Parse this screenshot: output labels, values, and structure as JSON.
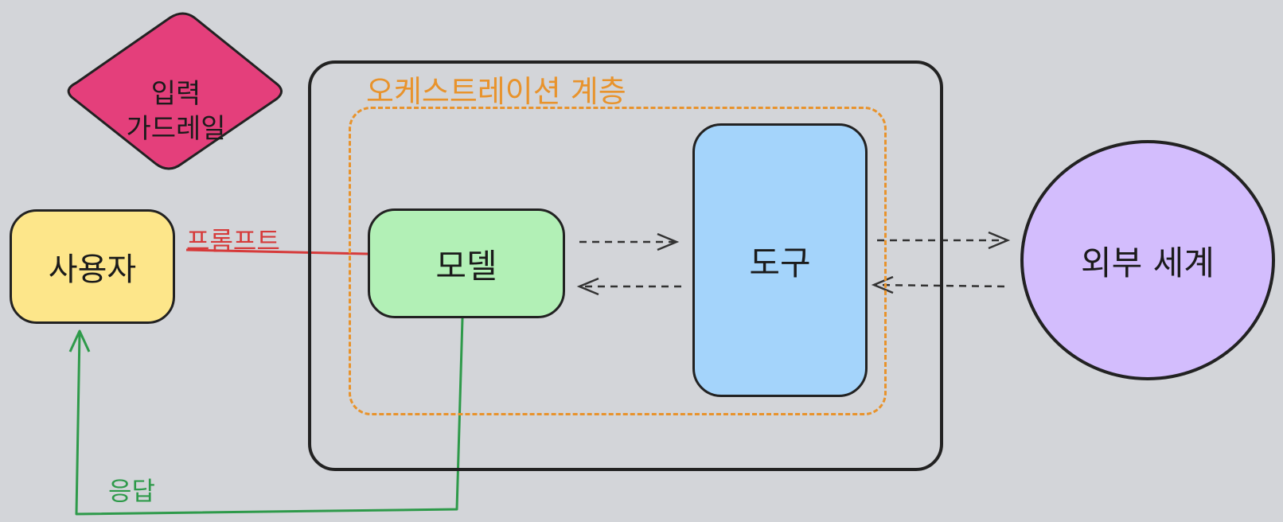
{
  "diagram": {
    "nodes": {
      "guardrail": {
        "line1": "입력",
        "line2": "가드레일",
        "color": "#e43f7b"
      },
      "user": {
        "label": "사용자",
        "color": "#fde68a"
      },
      "model": {
        "label": "모델",
        "color": "#b2f0b6"
      },
      "tool": {
        "label": "도구",
        "color": "#a4d4fb"
      },
      "world": {
        "label": "외부 세계",
        "color": "#d3bdfd"
      }
    },
    "groups": {
      "orchestration": {
        "label": "오케스트레이션 계층",
        "color": "#e8932c"
      }
    },
    "edges": {
      "prompt": {
        "label": "프롬프트",
        "color": "#d63a3a",
        "from": "user",
        "to": "model"
      },
      "response": {
        "label": "응답",
        "color": "#2e9a4a",
        "from": "model",
        "to": "user"
      },
      "model_tool": {
        "style": "dashed",
        "direction": "bidirectional",
        "color": "#333333"
      },
      "tool_world": {
        "style": "dashed",
        "direction": "bidirectional",
        "color": "#333333"
      }
    }
  }
}
